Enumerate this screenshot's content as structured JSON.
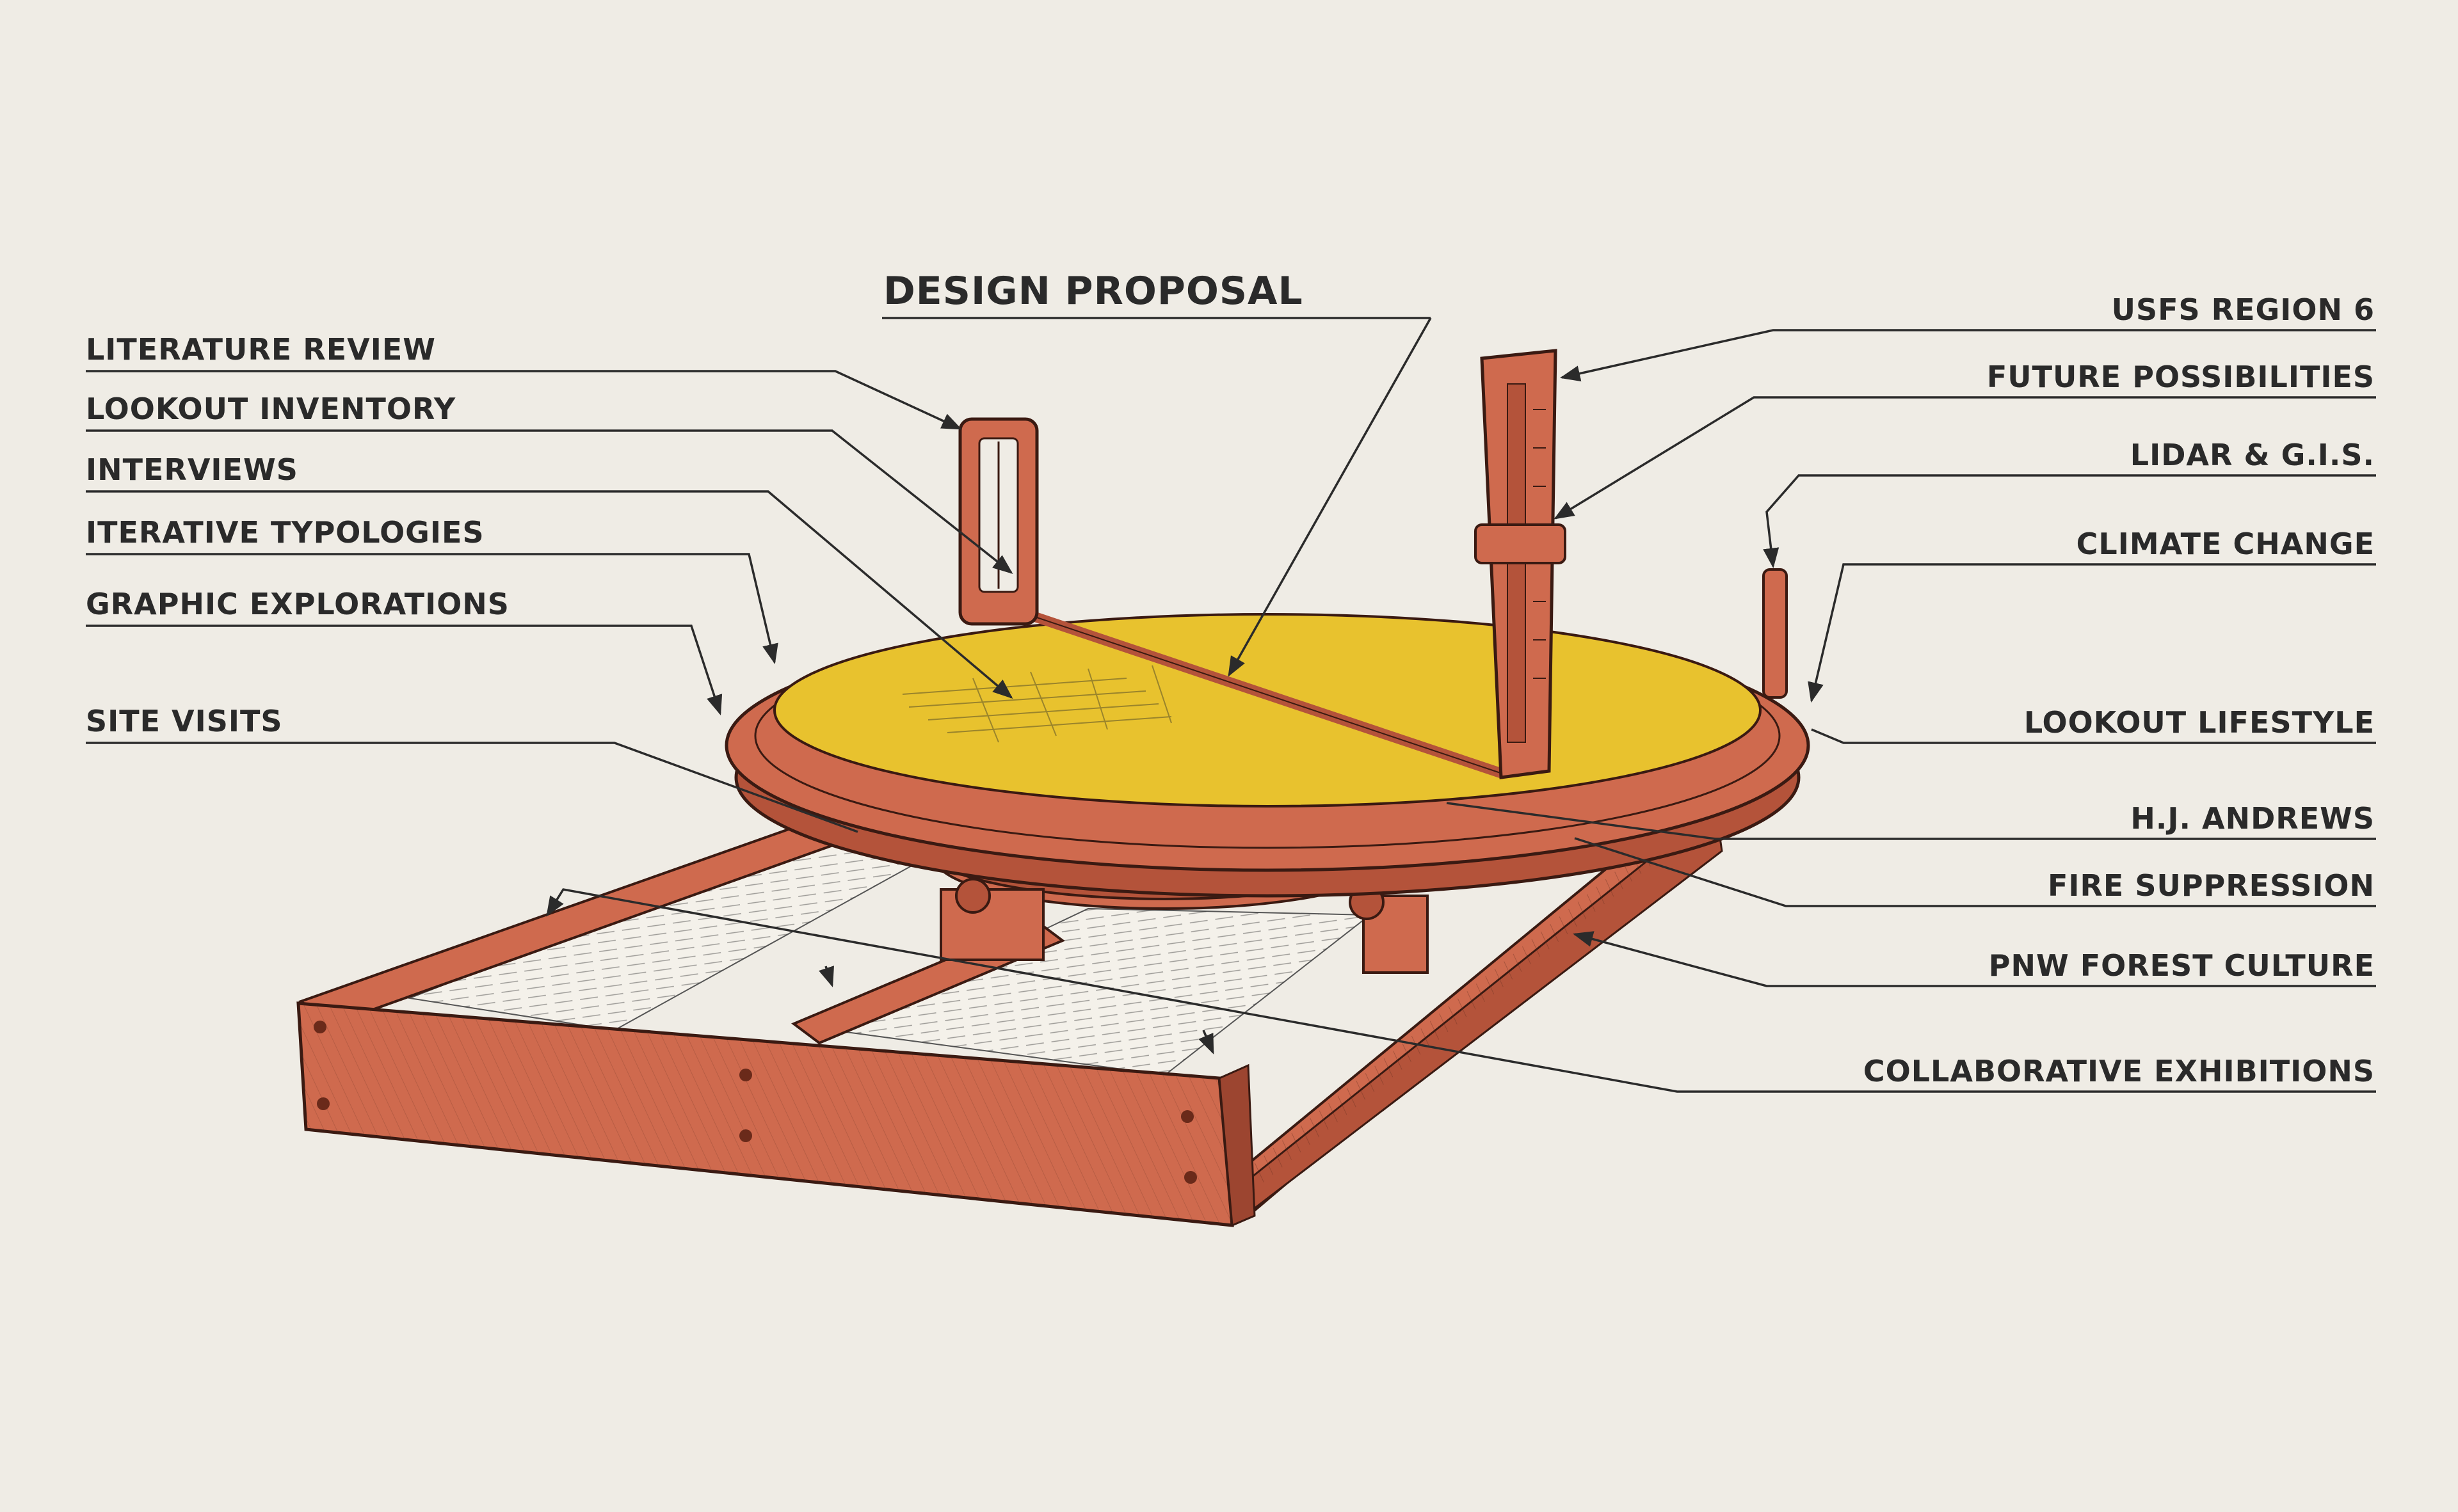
{
  "title": "DESIGN PROPOSAL",
  "left_labels": [
    "LITERATURE REVIEW",
    "LOOKOUT INVENTORY",
    "INTERVIEWS",
    "ITERATIVE TYPOLOGIES",
    "GRAPHIC EXPLORATIONS",
    "SITE VISITS"
  ],
  "right_labels": [
    "USFS REGION 6",
    "FUTURE POSSIBILITIES",
    "LIDAR & G.I.S.",
    "CLIMATE CHANGE",
    "LOOKOUT LIFESTYLE",
    "H.J. ANDREWS",
    "FIRE SUPPRESSION",
    "PNW FOREST CULTURE",
    "COLLABORATIVE EXHIBITIONS"
  ],
  "colors": {
    "paper": "#efece5",
    "frame": "#cf6a4e",
    "frame_dark": "#b4533a",
    "disc": "#e8c22e",
    "ink": "#3a1a12",
    "text": "#2a2a2a"
  }
}
